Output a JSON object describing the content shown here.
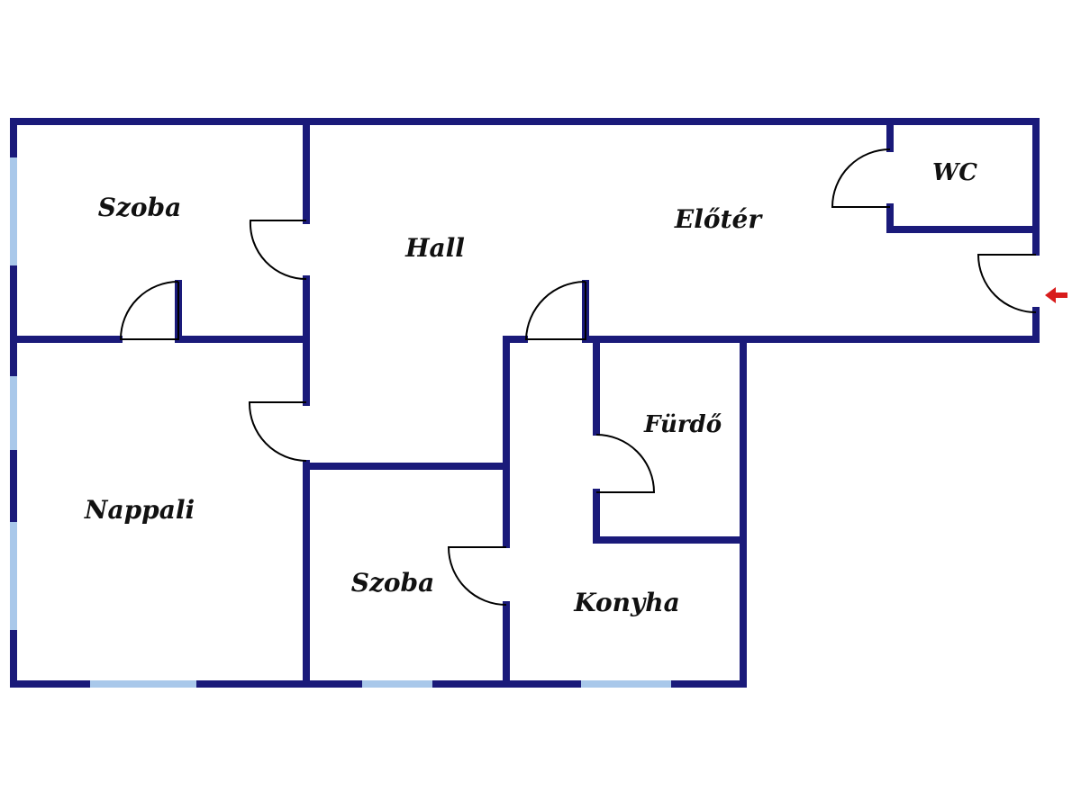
{
  "rooms": {
    "szoba_top": "Szoba",
    "hall": "Hall",
    "eloter": "Előtér",
    "wc": "WC",
    "nappali": "Nappali",
    "furdo": "Fürdő",
    "szoba_bottom": "Szoba",
    "konyha": "Konyha"
  },
  "icons": {
    "entrance": "entrance-arrow-icon"
  },
  "colors": {
    "wall": "#1a1a7a",
    "window": "#a9c8ea",
    "entrance_arrow": "#d81c1c"
  }
}
